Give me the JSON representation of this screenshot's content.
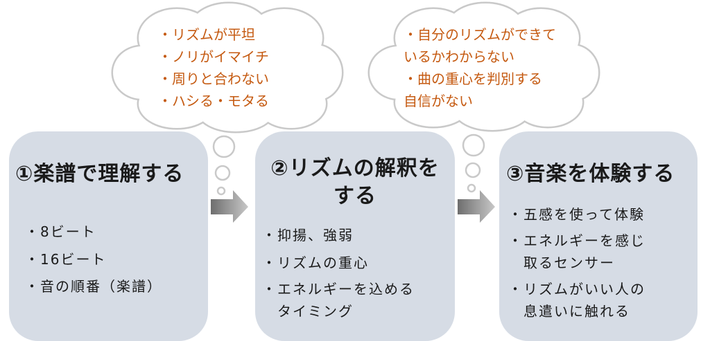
{
  "clouds": [
    {
      "lines": [
        "・リズムが平坦",
        "・ノリがイマイチ",
        "・周りと合わない",
        "・ハシる・モタる"
      ]
    },
    {
      "lines": [
        "・自分のリズムができて",
        "いるかわからない",
        "・曲の重心を判別する",
        "自信がない"
      ]
    }
  ],
  "steps": [
    {
      "title_lines": [
        "①楽譜で理解する"
      ],
      "items": [
        "・8ビート",
        "・16ビート",
        "・音の順番（楽譜）"
      ]
    },
    {
      "title_lines": [
        "②リズムの解釈を",
        "する"
      ],
      "items": [
        "・抑揚、強弱",
        "・リズムの重心",
        "・エネルギーを込める",
        "　タイミング"
      ]
    },
    {
      "title_lines": [
        "③音楽を体験する"
      ],
      "items": [
        "・五感を使って体験",
        "・エネルギーを感じ",
        "　取るセンサー",
        "・リズムがいい人の",
        "　息遣いに触れる"
      ]
    }
  ],
  "colors": {
    "box": "#d6dce5",
    "cloud_text": "#c55a11",
    "arrow": "#8c8c8c"
  }
}
